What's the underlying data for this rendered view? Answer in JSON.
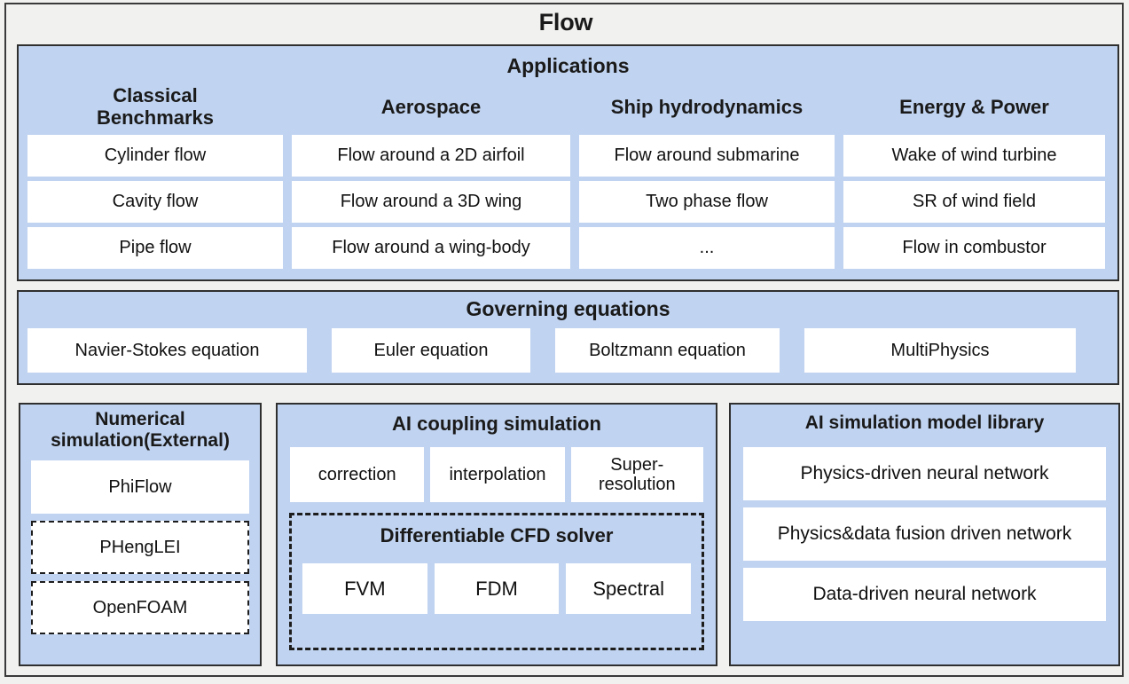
{
  "title": "Flow",
  "applications": {
    "title": "Applications",
    "columns": [
      {
        "header": "Classical\nBenchmarks",
        "header_line1": "Classical",
        "header_line2": "Benchmarks",
        "items": [
          "Cylinder flow",
          "Cavity flow",
          "Pipe flow"
        ]
      },
      {
        "header": "Aerospace",
        "items": [
          "Flow around a 2D airfoil",
          "Flow around a 3D wing",
          "Flow around a wing-body"
        ]
      },
      {
        "header": "Ship hydrodynamics",
        "items": [
          "Flow around submarine",
          "Two phase flow",
          "..."
        ]
      },
      {
        "header": "Energy & Power",
        "items": [
          "Wake of wind turbine",
          "SR of wind field",
          "Flow in combustor"
        ]
      }
    ]
  },
  "governing": {
    "title": "Governing equations",
    "items": [
      "Navier-Stokes equation",
      "Euler equation",
      "Boltzmann equation",
      "MultiPhysics"
    ]
  },
  "numerical": {
    "title_line1": "Numerical",
    "title_line2": "simulation(External)",
    "items": [
      {
        "label": "PhiFlow",
        "dashed": false
      },
      {
        "label": "PHengLEI",
        "dashed": true
      },
      {
        "label": "OpenFOAM",
        "dashed": true
      }
    ]
  },
  "coupling": {
    "title": "AI coupling simulation",
    "items": [
      "correction",
      "interpolation",
      "Super-\nresolution"
    ],
    "items_display": [
      "correction",
      "interpolation",
      "Super- resolution"
    ],
    "solver": {
      "title": "Differentiable CFD solver",
      "items": [
        "FVM",
        "FDM",
        "Spectral"
      ]
    }
  },
  "library": {
    "title": "AI simulation model library",
    "items": [
      "Physics-driven neural network",
      "Physics&data fusion driven network",
      "Data-driven neural network"
    ]
  },
  "colors": {
    "panel_blue": "#c0d3f0",
    "border_dark": "#2f2f2f",
    "page_background": "#f1f1ef",
    "cell_white": "#ffffff",
    "text": "#111111"
  }
}
